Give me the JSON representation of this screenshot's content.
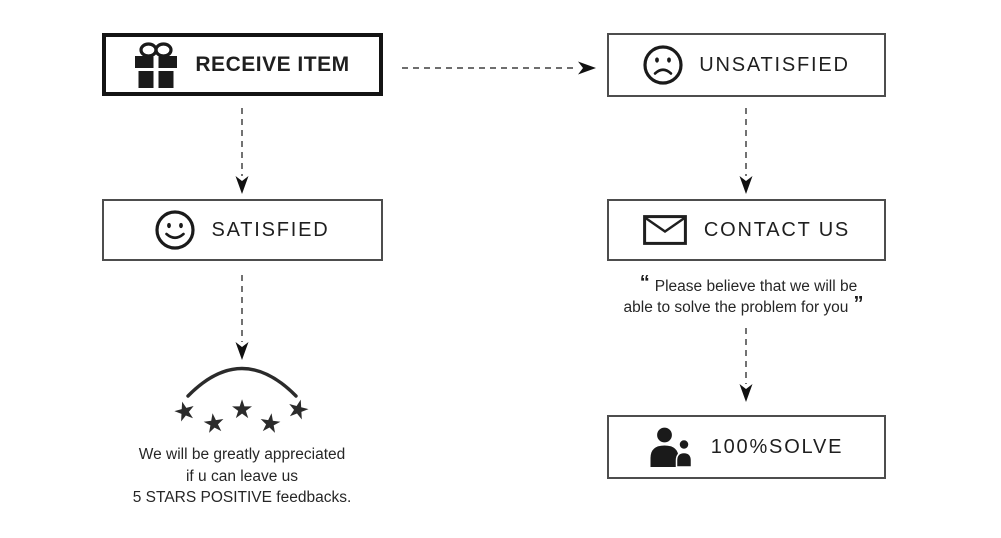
{
  "flowchart": {
    "receive_item": {
      "label": "RECEIVE ITEM",
      "icon": "gift-icon"
    },
    "unsatisfied": {
      "label": "UNSATISFIED",
      "icon": "sad-face-icon"
    },
    "satisfied": {
      "label": "SATISFIED",
      "icon": "smiley-face-icon"
    },
    "contact_us": {
      "label": "CONTACT US",
      "icon": "envelope-icon"
    },
    "solve": {
      "label": "100%SOLVE",
      "icon": "people-icon"
    },
    "contact_note": {
      "open_quote": "“",
      "lines": [
        "Please believe that we will be",
        "able to solve the problem for you"
      ],
      "close_quote": "”"
    },
    "feedback_note": {
      "lines": [
        "We will be greatly appreciated",
        "if u can leave us",
        "5 STARS POSITIVE feedbacks."
      ]
    },
    "stars": {
      "count": 5,
      "glyph": "★"
    },
    "colors": {
      "ink": "#1a1a1a",
      "thin_border": "#4d4d4d",
      "arrow_line": "#5a5a5a",
      "star": "#2b2b2b"
    }
  }
}
